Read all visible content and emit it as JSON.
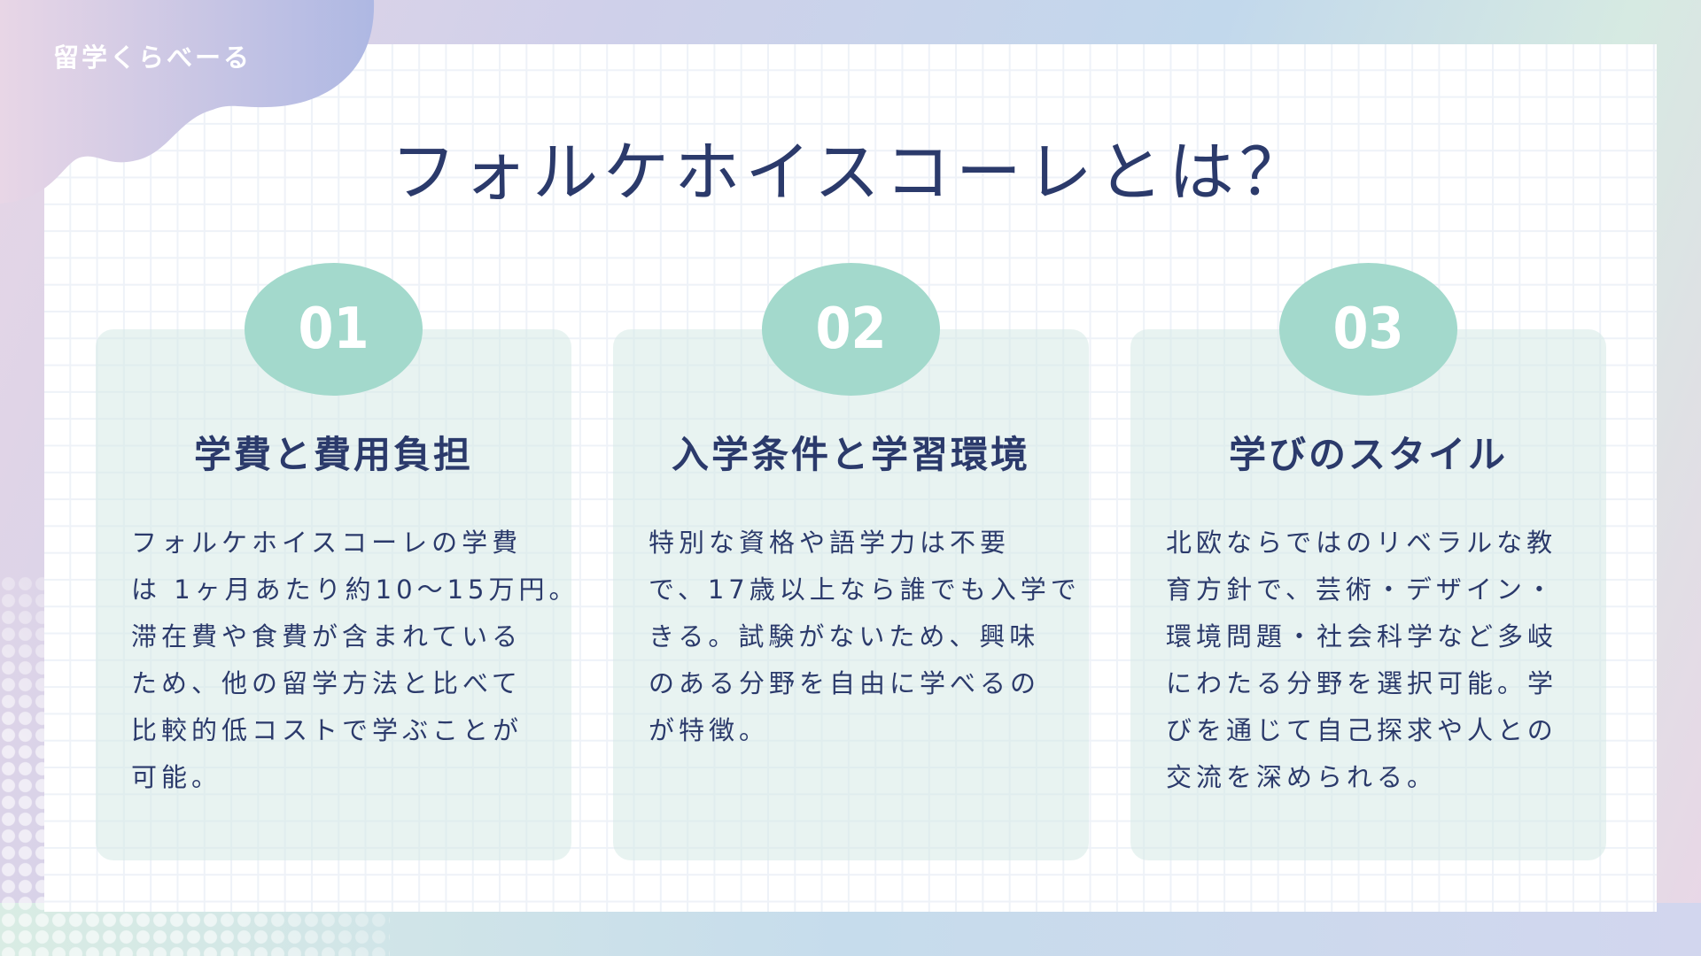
{
  "brand": "留学くらべーる",
  "title": "フォルケホイスコーレとは？",
  "colors": {
    "accent": "#a3d9cc",
    "text": "#2b3a6b"
  },
  "cards": [
    {
      "number": "01",
      "heading": "学費と費用負担",
      "lines": [
        "フォルケホイスコーレの学費",
        "は 1ヶ月あたり約10〜15万円。",
        "滞在費や食費が含まれている",
        "ため、他の留学方法と比べて",
        "比較的低コストで学ぶことが",
        "可能。"
      ]
    },
    {
      "number": "02",
      "heading": "入学条件と学習環境",
      "lines": [
        "特別な資格や語学力は不要",
        "で、17歳以上なら誰でも入学で",
        "きる。試験がないため、興味",
        "のある分野を自由に学べるの",
        "が特徴。"
      ]
    },
    {
      "number": "03",
      "heading": "学びのスタイル",
      "lines": [
        "北欧ならではのリベラルな教",
        "育方針で、芸術・デザイン・",
        "環境問題・社会科学など多岐",
        "にわたる分野を選択可能。学",
        "びを通じて自己探求や人との",
        "交流を深められる。"
      ]
    }
  ]
}
